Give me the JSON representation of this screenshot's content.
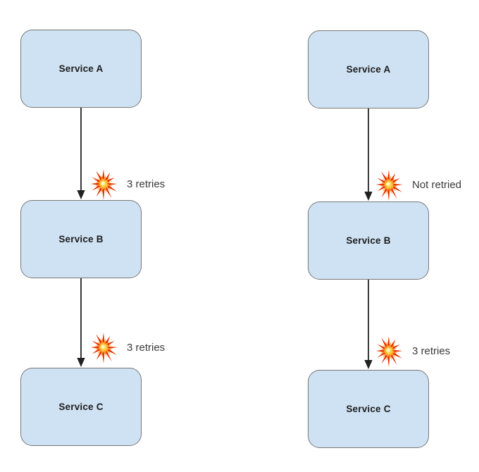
{
  "page": {
    "background": "#ffffff"
  },
  "diagram": {
    "type": "flowchart",
    "columns": [
      {
        "name": "left-flow",
        "nodes": [
          "Service A",
          "Service B",
          "Service C"
        ],
        "edges": [
          {
            "from": "Service A",
            "to": "Service B",
            "icon": "explosion-burst",
            "label": "3 retries"
          },
          {
            "from": "Service B",
            "to": "Service C",
            "icon": "explosion-burst",
            "label": "3 retries"
          }
        ]
      },
      {
        "name": "right-flow",
        "nodes": [
          "Service A",
          "Service B",
          "Service C"
        ],
        "edges": [
          {
            "from": "Service A",
            "to": "Service B",
            "icon": "explosion-burst",
            "label": "Not retried"
          },
          {
            "from": "Service B",
            "to": "Service C",
            "icon": "explosion-burst",
            "label": "3 retries"
          }
        ]
      }
    ],
    "colors": {
      "node_fill": "#cfe2f3",
      "node_border": "#777777",
      "node_text": "#1c1c1c",
      "arrow": "#212121",
      "edge_label_text": "#3a3a3a",
      "burst_outer": "#e63200",
      "burst_mid": "#ff9e2c",
      "burst_inner": "#ffd84a",
      "burst_core": "#fff6c8"
    }
  }
}
